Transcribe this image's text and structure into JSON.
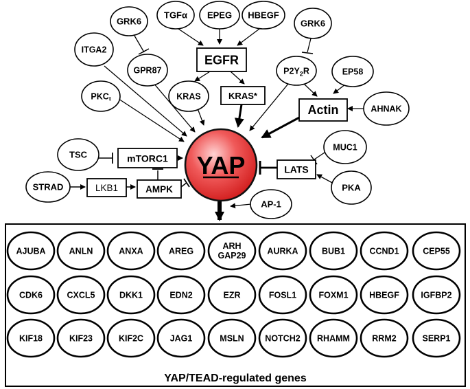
{
  "title": "YAP/TEAD-regulated genes",
  "center": {
    "label": "YAP"
  },
  "regulators": {
    "GRK6a": "GRK6",
    "TGFa": "TGFα",
    "EPEG": "EPEG",
    "HBEGFtop": "HBEGF",
    "GRK6b": "GRK6",
    "ITGA2": "ITGA2",
    "EGFR": "EGFR",
    "GPR87": "GPR87",
    "P2Y2R_main": "P2Y",
    "P2Y2R_sub": "2",
    "P2Y2R_end": "R",
    "EP58": "EP58",
    "PKC_main": "PKC",
    "PKC_sub": "ι",
    "KRAS": "KRAS",
    "KRASmut": "KRAS*",
    "Actin": "Actin",
    "AHNAK": "AHNAK",
    "MUC1": "MUC1",
    "TSC": "TSC",
    "mTORC1": "mTORC1",
    "LATS": "LATS",
    "STRAD": "STRAD",
    "LKB1": "LKB1",
    "AMPK": "AMPK",
    "PKA": "PKA",
    "AP1": "AP-1"
  },
  "genes": [
    [
      "AJUBA",
      "ANLN",
      "ANXA",
      "AREG",
      "ARH\nGAP29",
      "AURKA",
      "BUB1",
      "CCND1",
      "CEP55"
    ],
    [
      "CDK6",
      "CXCL5",
      "DKK1",
      "EDN2",
      "EZR",
      "FOSL1",
      "FOXM1",
      "HBEGF",
      "IGFBP2"
    ],
    [
      "KIF18",
      "KIF23",
      "KIF2C",
      "JAG1",
      "MSLN",
      "NOTCH2",
      "RHAMM",
      "RRM2",
      "SERP1"
    ]
  ],
  "colors": {
    "yap_fill": "#e8262b",
    "yap_highlight": "#ff9a9a",
    "line": "#000000"
  }
}
